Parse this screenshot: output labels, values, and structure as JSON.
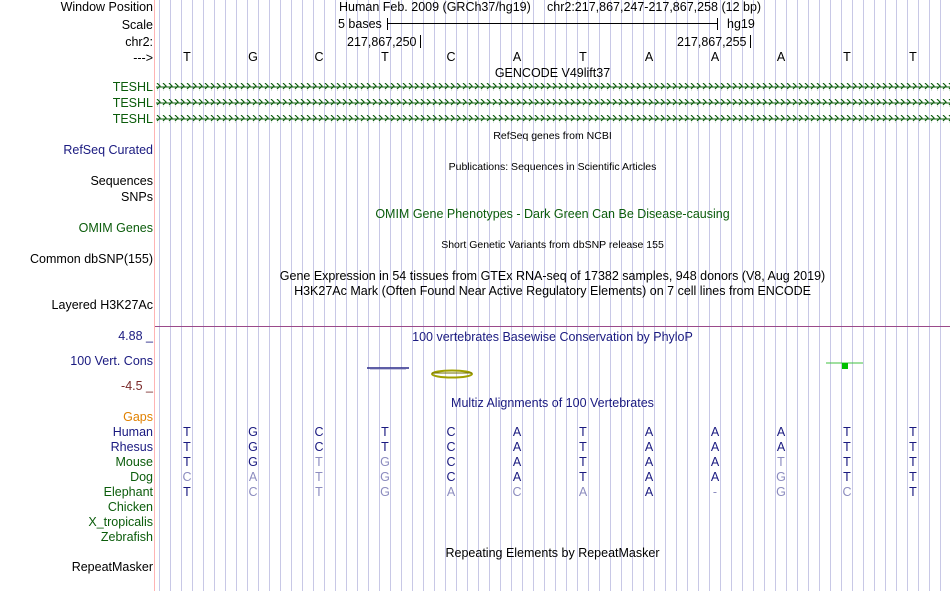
{
  "header": {
    "assembly": "Human Feb. 2009 (GRCh37/hg19)",
    "position": "chr2:217,867,247-217,867,258 (12 bp)",
    "scale_text": "5 bases",
    "db": "hg19",
    "coord_left": "217,867,250",
    "coord_right": "217,867,255",
    "arrow": "--->"
  },
  "labels": {
    "window_position": "Window Position",
    "scale": "Scale",
    "chr": "chr2:",
    "teshl": [
      "TESHL",
      "TESHL",
      "TESHL"
    ],
    "refseq": "RefSeq Curated",
    "sequences": "Sequences",
    "snps": "SNPs",
    "omim": "OMIM Genes",
    "dbsnp": "Common dbSNP(155)",
    "h3k27ac": "Layered H3K27Ac",
    "cons_max": "4.88 _",
    "cons": "100 Vert. Cons",
    "cons_min": "-4.5 _",
    "gaps": "Gaps",
    "repeatmasker": "RepeatMasker"
  },
  "track_titles": {
    "gencode": "GENCODE V49lift37",
    "refseq": "RefSeq genes from NCBI",
    "publications": "Publications: Sequences in Scientific Articles",
    "omim": "OMIM Gene Phenotypes - Dark Green Can Be Disease-causing",
    "dbsnp": "Short Genetic Variants from dbSNP release 155",
    "gtex": "Gene Expression in 54 tissues from GTEx RNA-seq of 17382 samples, 948 donors (V8, Aug 2019)",
    "h3k27ac": "H3K27Ac Mark (Often Found Near Active Regulatory Elements) on 7 cell lines from ENCODE",
    "phylop": "100 vertebrates Basewise Conservation by PhyloP",
    "multiz": "Multiz Alignments of 100 Vertebrates",
    "repeatmasker": "Repeating Elements by RepeatMasker"
  },
  "sequence": [
    "T",
    "G",
    "C",
    "T",
    "C",
    "A",
    "T",
    "A",
    "A",
    "A",
    "T",
    "T"
  ],
  "species": [
    {
      "name": "Human",
      "bases": [
        "T",
        "G",
        "C",
        "T",
        "C",
        "A",
        "T",
        "A",
        "A",
        "A",
        "T",
        "T"
      ],
      "light": [
        false,
        false,
        false,
        false,
        false,
        false,
        false,
        false,
        false,
        false,
        false,
        false
      ]
    },
    {
      "name": "Rhesus",
      "bases": [
        "T",
        "G",
        "C",
        "T",
        "C",
        "A",
        "T",
        "A",
        "A",
        "A",
        "T",
        "T"
      ],
      "light": [
        false,
        false,
        false,
        false,
        false,
        false,
        false,
        false,
        false,
        false,
        false,
        false
      ]
    },
    {
      "name": "Mouse",
      "bases": [
        "T",
        "G",
        "T",
        "G",
        "C",
        "A",
        "T",
        "A",
        "A",
        "T",
        "T",
        "T"
      ],
      "light": [
        false,
        false,
        true,
        true,
        false,
        false,
        false,
        false,
        false,
        true,
        false,
        false
      ]
    },
    {
      "name": "Dog",
      "bases": [
        "C",
        "A",
        "T",
        "G",
        "C",
        "A",
        "T",
        "A",
        "A",
        "G",
        "T",
        "T"
      ],
      "light": [
        true,
        true,
        true,
        true,
        false,
        false,
        false,
        false,
        false,
        true,
        false,
        false
      ]
    },
    {
      "name": "Elephant",
      "bases": [
        "T",
        "C",
        "T",
        "G",
        "A",
        "C",
        "A",
        "A",
        "-",
        "G",
        "C",
        "T"
      ],
      "light": [
        false,
        true,
        true,
        true,
        true,
        true,
        true,
        false,
        true,
        true,
        true,
        false
      ]
    },
    {
      "name": "Chicken",
      "bases": [],
      "light": []
    },
    {
      "name": "X_tropicalis",
      "bases": [],
      "light": []
    },
    {
      "name": "Zebrafish",
      "bases": [],
      "light": []
    }
  ],
  "colors": {
    "dark_green": "#0b5c0b",
    "navy": "#1a1a80",
    "gaps_orange": "#e08000",
    "cons_axis": "#7a2a2a",
    "light_base": "#8c8cbf",
    "grid_line": "#c8c8e6"
  }
}
